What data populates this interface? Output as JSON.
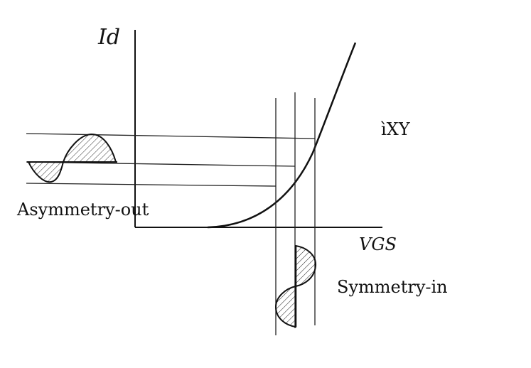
{
  "labels": {
    "y_axis": "Id",
    "x_axis": "VGS",
    "output": "Asymmetry-out",
    "input": "Symmetry-in",
    "corner_mark": "ìXY"
  }
}
